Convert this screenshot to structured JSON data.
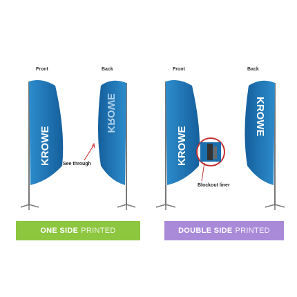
{
  "labels": {
    "front_1": "Front",
    "back_1": "Back",
    "front_2": "Front",
    "back_2": "Back"
  },
  "brand_text": "KROWE",
  "notes": {
    "see_through": "See through",
    "blockout": "Blockout liner"
  },
  "banners": {
    "one_side": {
      "bold": "ONE SIDE",
      "thin": "PRINTED"
    },
    "double_side": {
      "bold": "DOUBLE SIDE",
      "thin": "PRINTED"
    }
  },
  "colors": {
    "flag_blue": "#1a6fae",
    "flag_dark": "#0f4f86",
    "one_side_green": "#8dc63f",
    "double_side_purple": "#a98ad8",
    "pole": "#777777"
  }
}
